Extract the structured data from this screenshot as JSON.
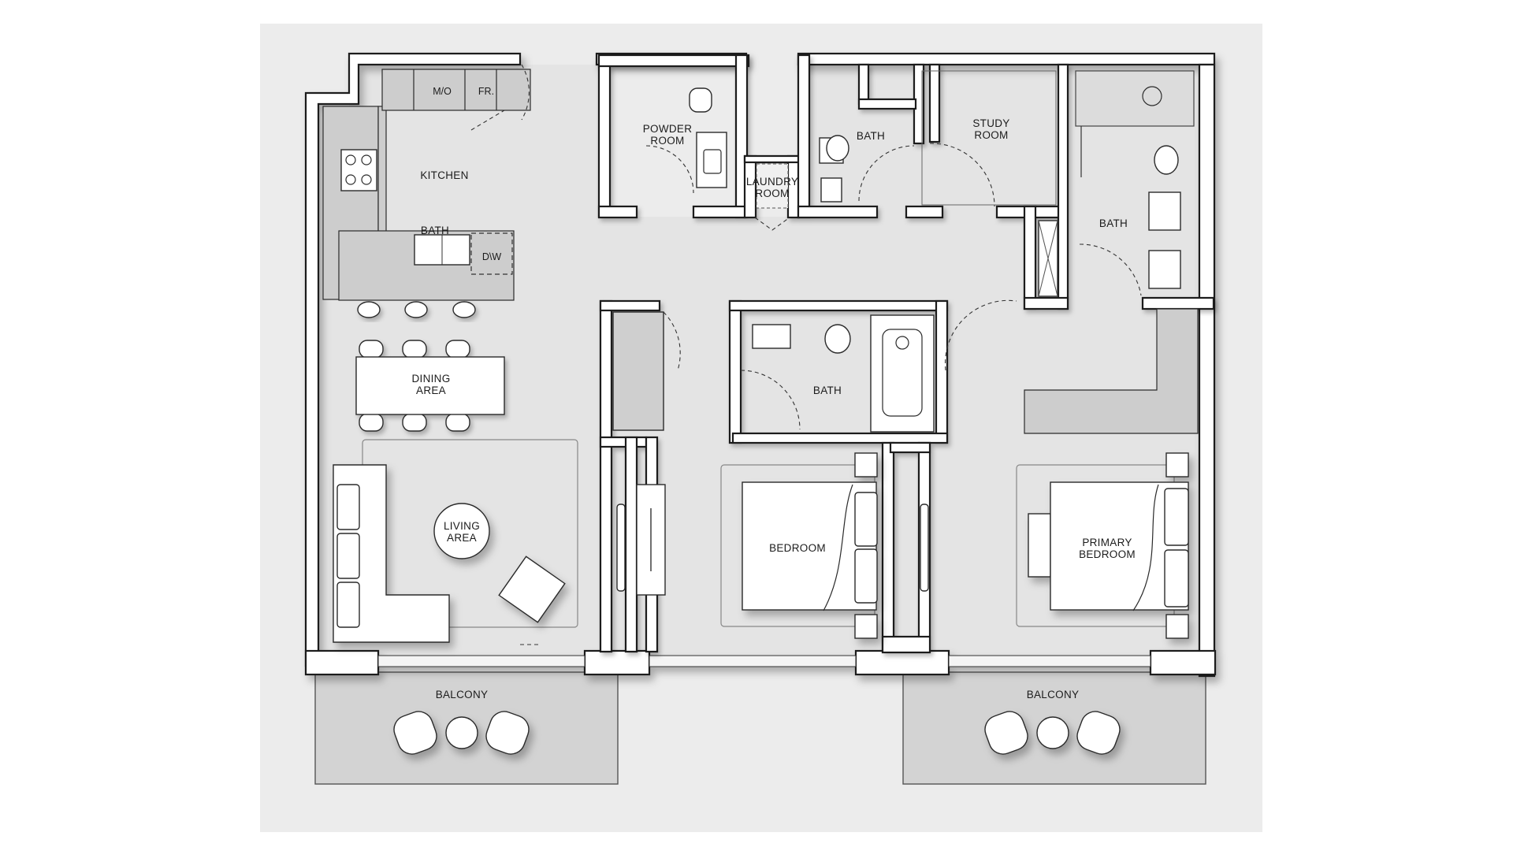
{
  "rooms": {
    "kitchen": "KITCHEN",
    "microwave": "M/O",
    "fridge": "FR.",
    "dishwasher": "D\\W",
    "kitchen_bath": "BATH",
    "powder_room_line1": "POWDER",
    "powder_room_line2": "ROOM",
    "laundry_line1": "LAUNDRY",
    "laundry_line2": "ROOM",
    "bath_top": "BATH",
    "study_line1": "STUDY",
    "study_line2": "ROOM",
    "bath_right": "BATH",
    "bath_center": "BATH",
    "dining_line1": "DINING",
    "dining_line2": "AREA",
    "living_line1": "LIVING",
    "living_line2": "AREA",
    "bedroom": "BEDROOM",
    "primary_line1": "PRIMARY",
    "primary_line2": "BEDROOM",
    "balcony_left": "BALCONY",
    "balcony_right": "BALCONY"
  },
  "colors": {
    "background_panel": "#ececec",
    "floor": "#e6e6e6",
    "wall": "#ffffff",
    "counter": "#d2d2d2",
    "balcony": "#d4d4d4"
  }
}
